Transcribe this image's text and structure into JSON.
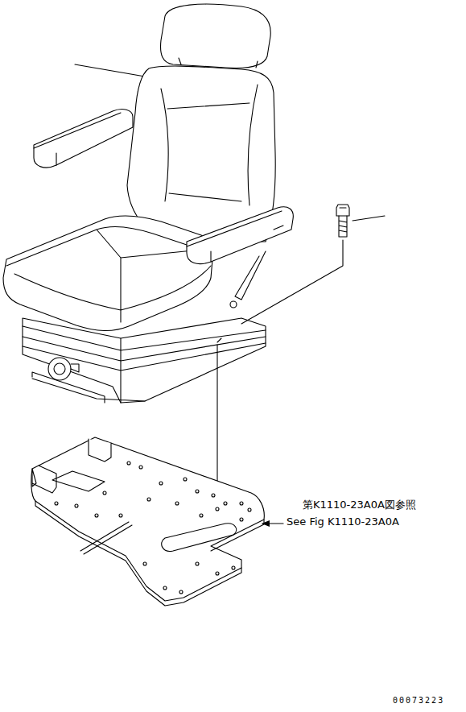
{
  "diagram": {
    "labels": [
      "第K1110-23A0A図参照",
      "See Fig K1110-23A0A",
      "00073223"
    ]
  }
}
